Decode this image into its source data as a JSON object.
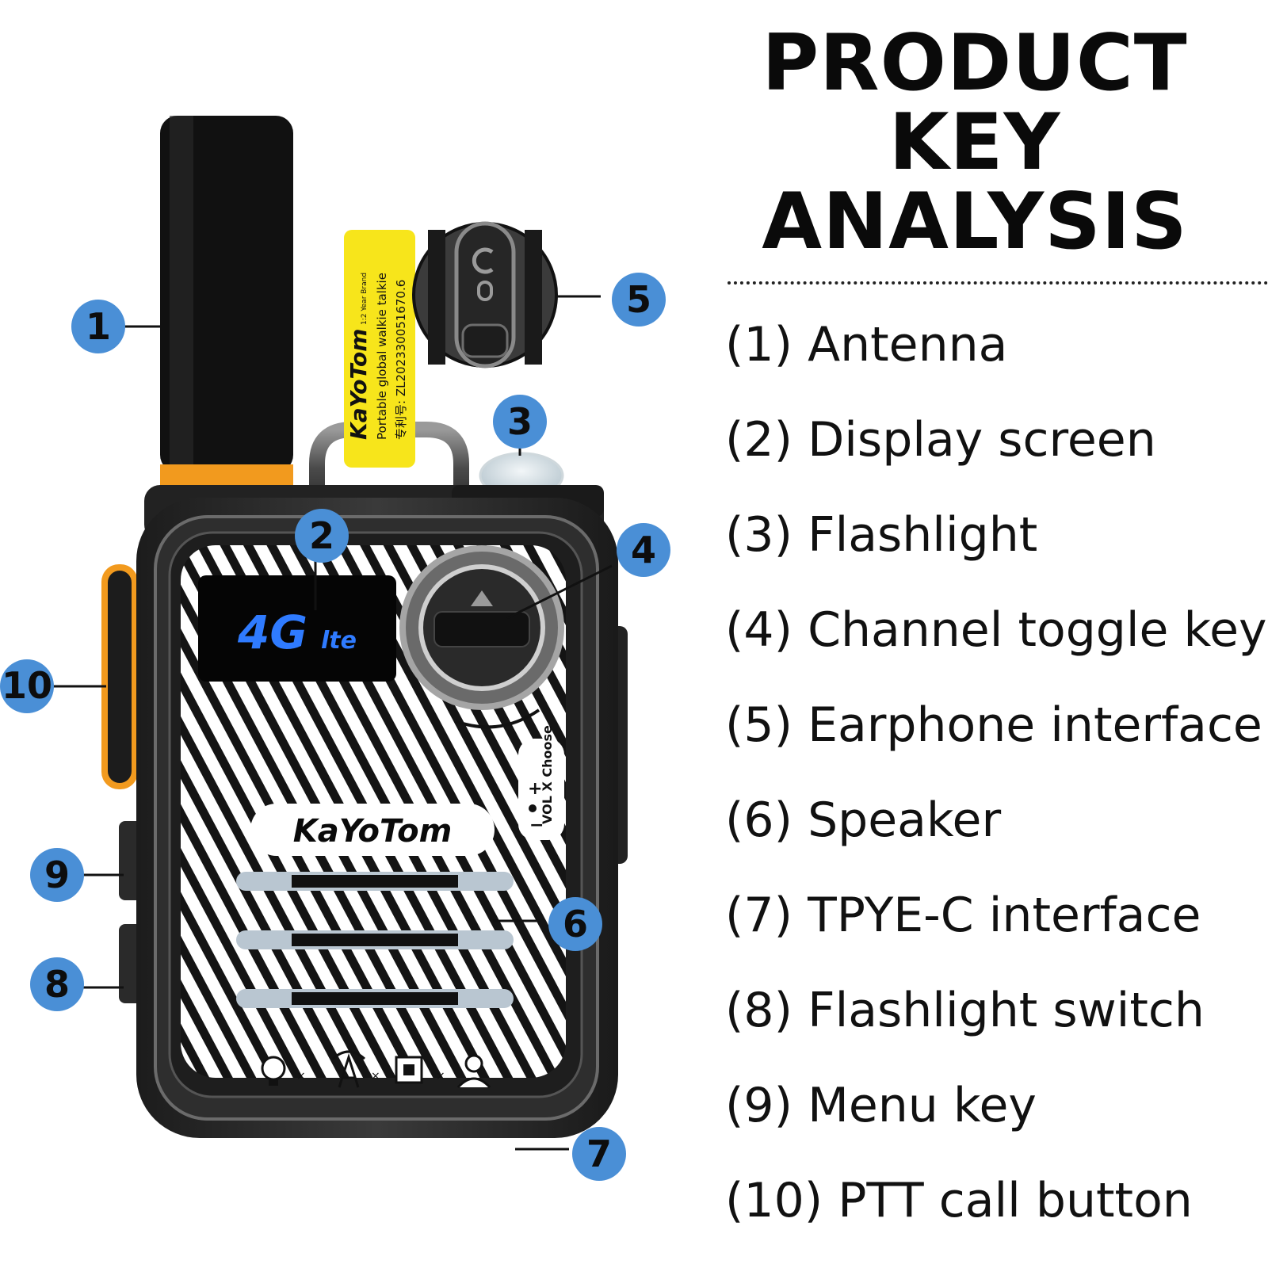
{
  "title_lines": [
    "PRODUCT",
    "KEY",
    "ANALYSIS"
  ],
  "keys": [
    {
      "num": "1",
      "label": "(1) Antenna"
    },
    {
      "num": "2",
      "label": "(2) Display screen"
    },
    {
      "num": "3",
      "label": "(3) Flashlight"
    },
    {
      "num": "4",
      "label": "(4) Channel toggle key"
    },
    {
      "num": "5",
      "label": "(5) Earphone interface"
    },
    {
      "num": "6",
      "label": "(6) Speaker"
    },
    {
      "num": "7",
      "label": "(7) TPYE-C interface"
    },
    {
      "num": "8",
      "label": "(8) Flashlight switch"
    },
    {
      "num": "9",
      "label": "(9) Menu key"
    },
    {
      "num": "10",
      "label": "(10) PTT call button"
    }
  ],
  "device": {
    "brand": "KaYoTom",
    "screen_text_main": "4G",
    "screen_text_sub": "lte",
    "volume_label": "VOL X Choose",
    "tag_line1": "KaYoTom",
    "tag_line2": "Portable global walkie talkie",
    "tag_line3": "专利号: ZL202330051670.6",
    "tag_small": "1:2 Year Brand"
  },
  "colors": {
    "callout_fill": "#4a8fd6",
    "antenna_band": "#f29a1e",
    "ptt": "#f29a1e",
    "tag": "#f7e51b",
    "screen_glow": "#2f7bff"
  }
}
